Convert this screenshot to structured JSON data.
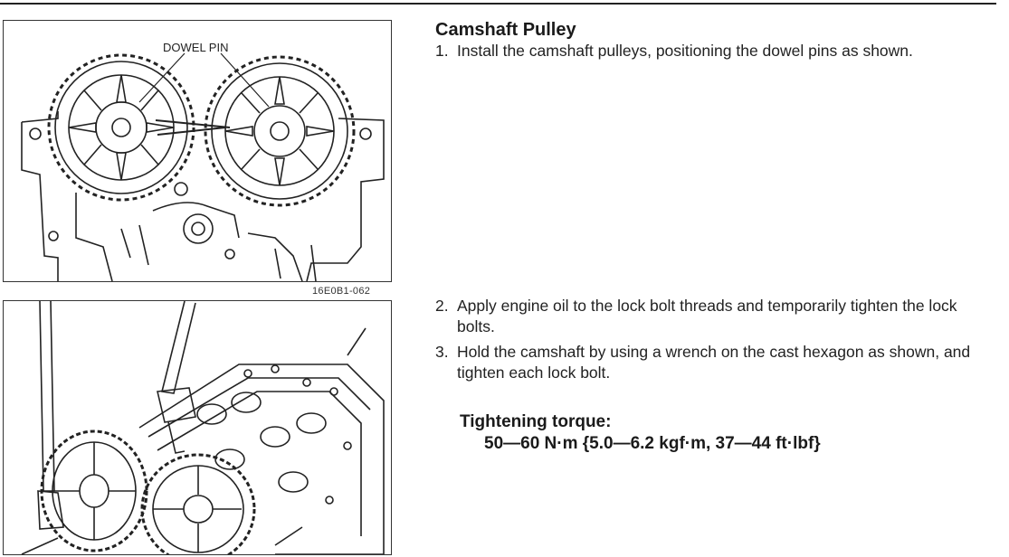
{
  "section": {
    "title": "Camshaft Pulley"
  },
  "figure1": {
    "callout": "DOWEL PIN",
    "code": "16E0B1-062"
  },
  "steps": [
    {
      "num": "1.",
      "text": "Install the camshaft pulleys, positioning the dowel pins as shown."
    },
    {
      "num": "2.",
      "text": "Apply engine oil to the lock bolt threads and temporarily tighten the lock bolts."
    },
    {
      "num": "3.",
      "text": "Hold the camshaft by using a wrench on the cast hexagon as shown, and tighten each lock bolt."
    }
  ],
  "torque": {
    "label": "Tightening torque:",
    "value": "50—60 N·m {5.0—6.2 kgf·m, 37—44 ft·lbf}"
  }
}
